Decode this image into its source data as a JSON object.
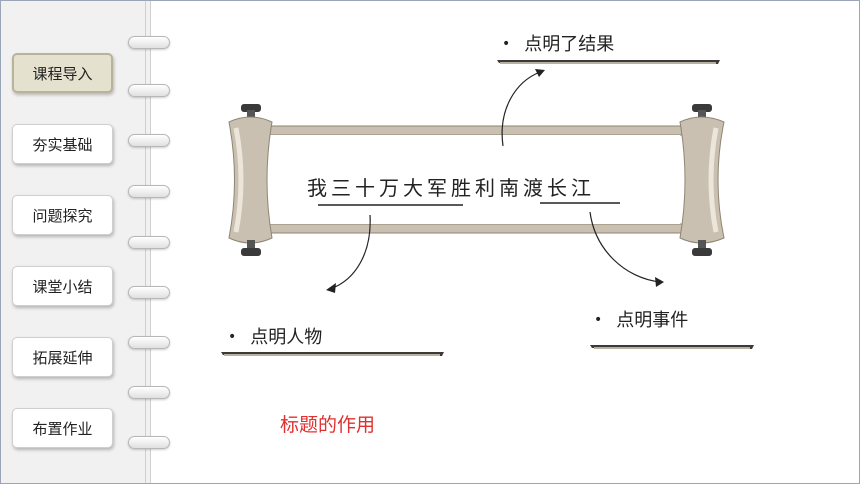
{
  "sidebar": {
    "items": [
      {
        "label": "课程导入",
        "active": true
      },
      {
        "label": "夯实基础",
        "active": false
      },
      {
        "label": "问题探究",
        "active": false
      },
      {
        "label": "课堂小结",
        "active": false
      },
      {
        "label": "拓展延伸",
        "active": false
      },
      {
        "label": "布置作业",
        "active": false
      }
    ]
  },
  "scroll": {
    "text": "我三十万大军胜利南渡长江"
  },
  "points": {
    "result": "点明了结果",
    "person": "点明人物",
    "event": "点明事件",
    "bullet": "•"
  },
  "caption": "标题的作用",
  "colors": {
    "active_button": "#e4e1cf",
    "caption": "#e03030",
    "scroll_bar": "#c8bfb0",
    "brush_stroke": "#3a3a3a"
  }
}
